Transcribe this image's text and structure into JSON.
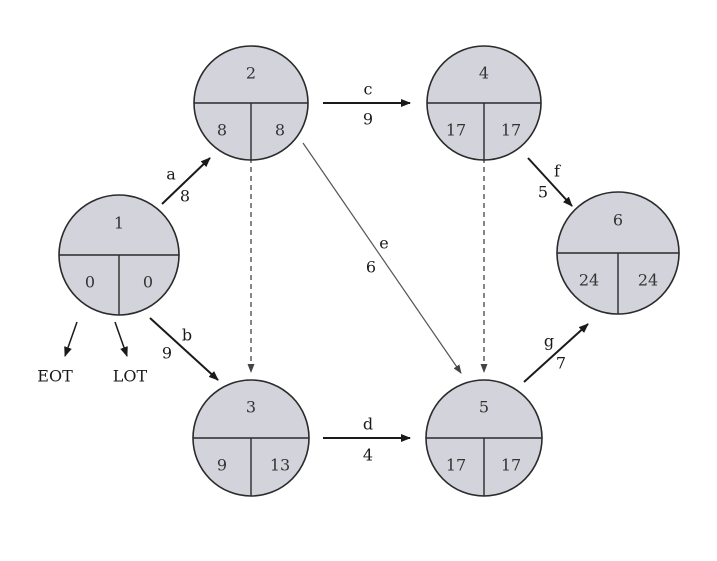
{
  "nodes": [
    {
      "id": "1",
      "label": "1",
      "eot": "0",
      "lot": "0"
    },
    {
      "id": "2",
      "label": "2",
      "eot": "8",
      "lot": "8"
    },
    {
      "id": "3",
      "label": "3",
      "eot": "9",
      "lot": "13"
    },
    {
      "id": "4",
      "label": "4",
      "eot": "17",
      "lot": "17"
    },
    {
      "id": "5",
      "label": "5",
      "eot": "17",
      "lot": "17"
    },
    {
      "id": "6",
      "label": "6",
      "eot": "24",
      "lot": "24"
    }
  ],
  "edges": [
    {
      "from": "1",
      "to": "2",
      "activity": "a",
      "duration": "8",
      "style": "solid"
    },
    {
      "from": "1",
      "to": "3",
      "activity": "b",
      "duration": "9",
      "style": "solid"
    },
    {
      "from": "2",
      "to": "4",
      "activity": "c",
      "duration": "9",
      "style": "solid"
    },
    {
      "from": "3",
      "to": "5",
      "activity": "d",
      "duration": "4",
      "style": "solid"
    },
    {
      "from": "2",
      "to": "5",
      "activity": "e",
      "duration": "6",
      "style": "thin"
    },
    {
      "from": "4",
      "to": "6",
      "activity": "f",
      "duration": "5",
      "style": "solid"
    },
    {
      "from": "5",
      "to": "6",
      "activity": "g",
      "duration": "7",
      "style": "solid"
    },
    {
      "from": "2",
      "to": "3",
      "activity": "",
      "duration": "",
      "style": "dashed"
    },
    {
      "from": "4",
      "to": "5",
      "activity": "",
      "duration": "",
      "style": "dashed"
    }
  ],
  "legend": {
    "eot": "EOT",
    "lot": "LOT"
  }
}
